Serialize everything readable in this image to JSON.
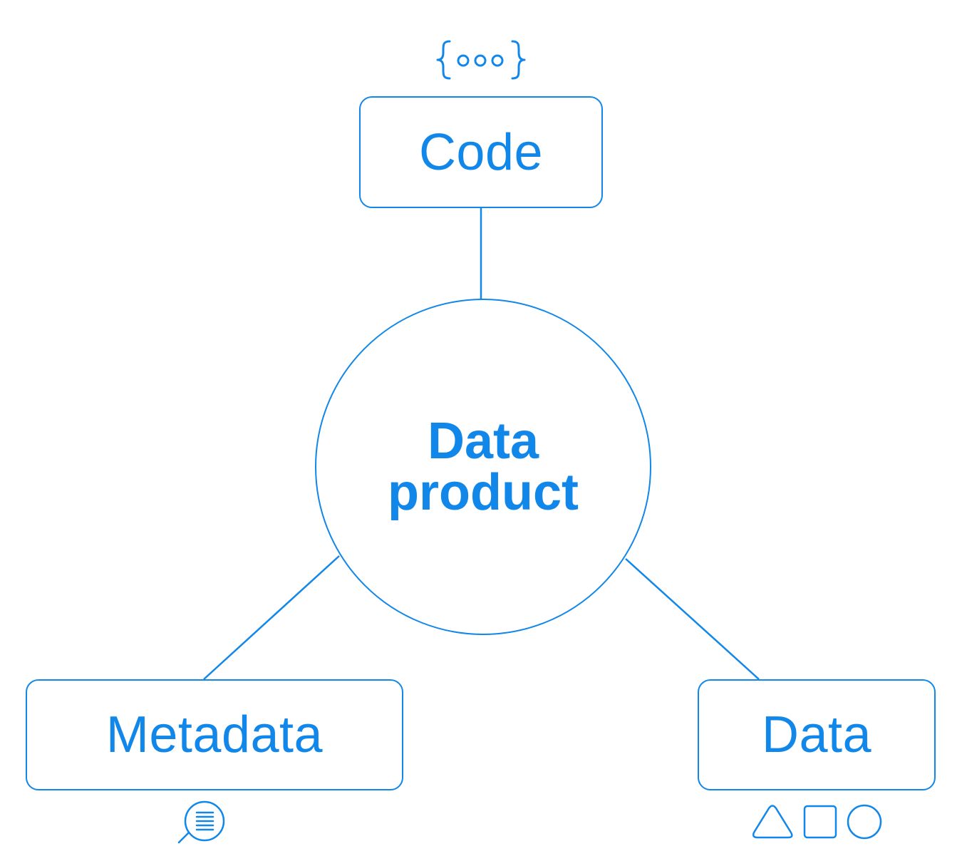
{
  "diagram": {
    "center": {
      "line1": "Data",
      "line2": "product"
    },
    "nodes": {
      "code": {
        "label": "Code",
        "icon": "braces-dots-icon"
      },
      "metadata": {
        "label": "Metadata",
        "icon": "magnifier-document-icon"
      },
      "data": {
        "label": "Data",
        "icons": [
          "triangle-icon",
          "square-icon",
          "circle-icon"
        ]
      }
    },
    "colors": {
      "accent": "#1287ea",
      "background": "#ffffff"
    }
  }
}
